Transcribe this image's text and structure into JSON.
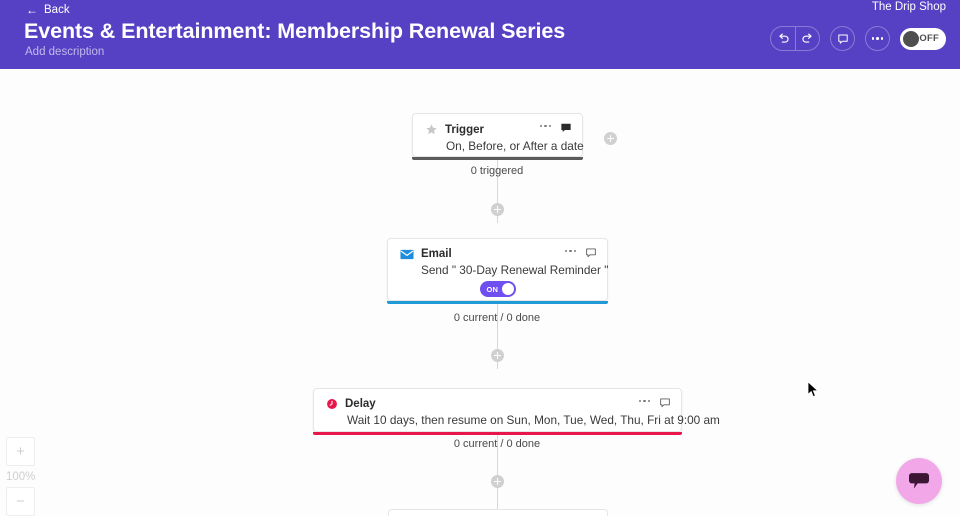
{
  "header": {
    "back_label": "Back",
    "back_icon": "arrow-left-icon",
    "title": "Events & Entertainment: Membership Renewal Series",
    "description_placeholder": "Add description",
    "brand": "The Drip Shop",
    "background_color": "#5641c4",
    "controls": {
      "undo_icon": "undo-arrow-icon",
      "redo_icon": "redo-arrow-icon",
      "comment_icon": "comment-bubble-icon",
      "more_icon": "more-horizontal-icon",
      "power_toggle": {
        "label": "OFF",
        "state": "off"
      }
    }
  },
  "canvas": {
    "background_color": "#fdfdfd",
    "add_step_icon": "plus-circle-icon",
    "nodes": [
      {
        "type": "Trigger",
        "icon": "star-icon",
        "icon_color": "#c8c8c8",
        "detail": "On, Before, or After a date",
        "accent_color": "#5b5b5b",
        "stat": "0 triggered",
        "menu_icon": "more-horizontal-icon",
        "note_icon": "comment-filled-icon",
        "has_note": true
      },
      {
        "type": "Email",
        "icon": "envelope-icon",
        "icon_color": "#1f8ddc",
        "detail": "Send \" 30-Day Renewal Reminder \"",
        "accent_color": "#1f9ad6",
        "stat": "0 current / 0 done",
        "menu_icon": "more-horizontal-icon",
        "note_icon": "comment-outline-icon",
        "has_note": false,
        "toggle": {
          "label": "ON",
          "state": "on",
          "color": "#6f4ff0"
        }
      },
      {
        "type": "Delay",
        "icon": "clock-icon",
        "icon_color": "#e8174b",
        "detail": "Wait 10 days, then resume on Sun, Mon, Tue, Wed, Thu, Fri at 9:00 am",
        "accent_color": "#e8174b",
        "stat": "0 current / 0 done",
        "menu_icon": "more-horizontal-icon",
        "note_icon": "comment-outline-icon",
        "has_note": false
      }
    ]
  },
  "zoom_control": {
    "zoom_in_label": "+",
    "zoom_out_label": "−",
    "level": "100%"
  },
  "chat_widget": {
    "icon": "chat-bubble-icon",
    "color": "#f2a8e8"
  }
}
